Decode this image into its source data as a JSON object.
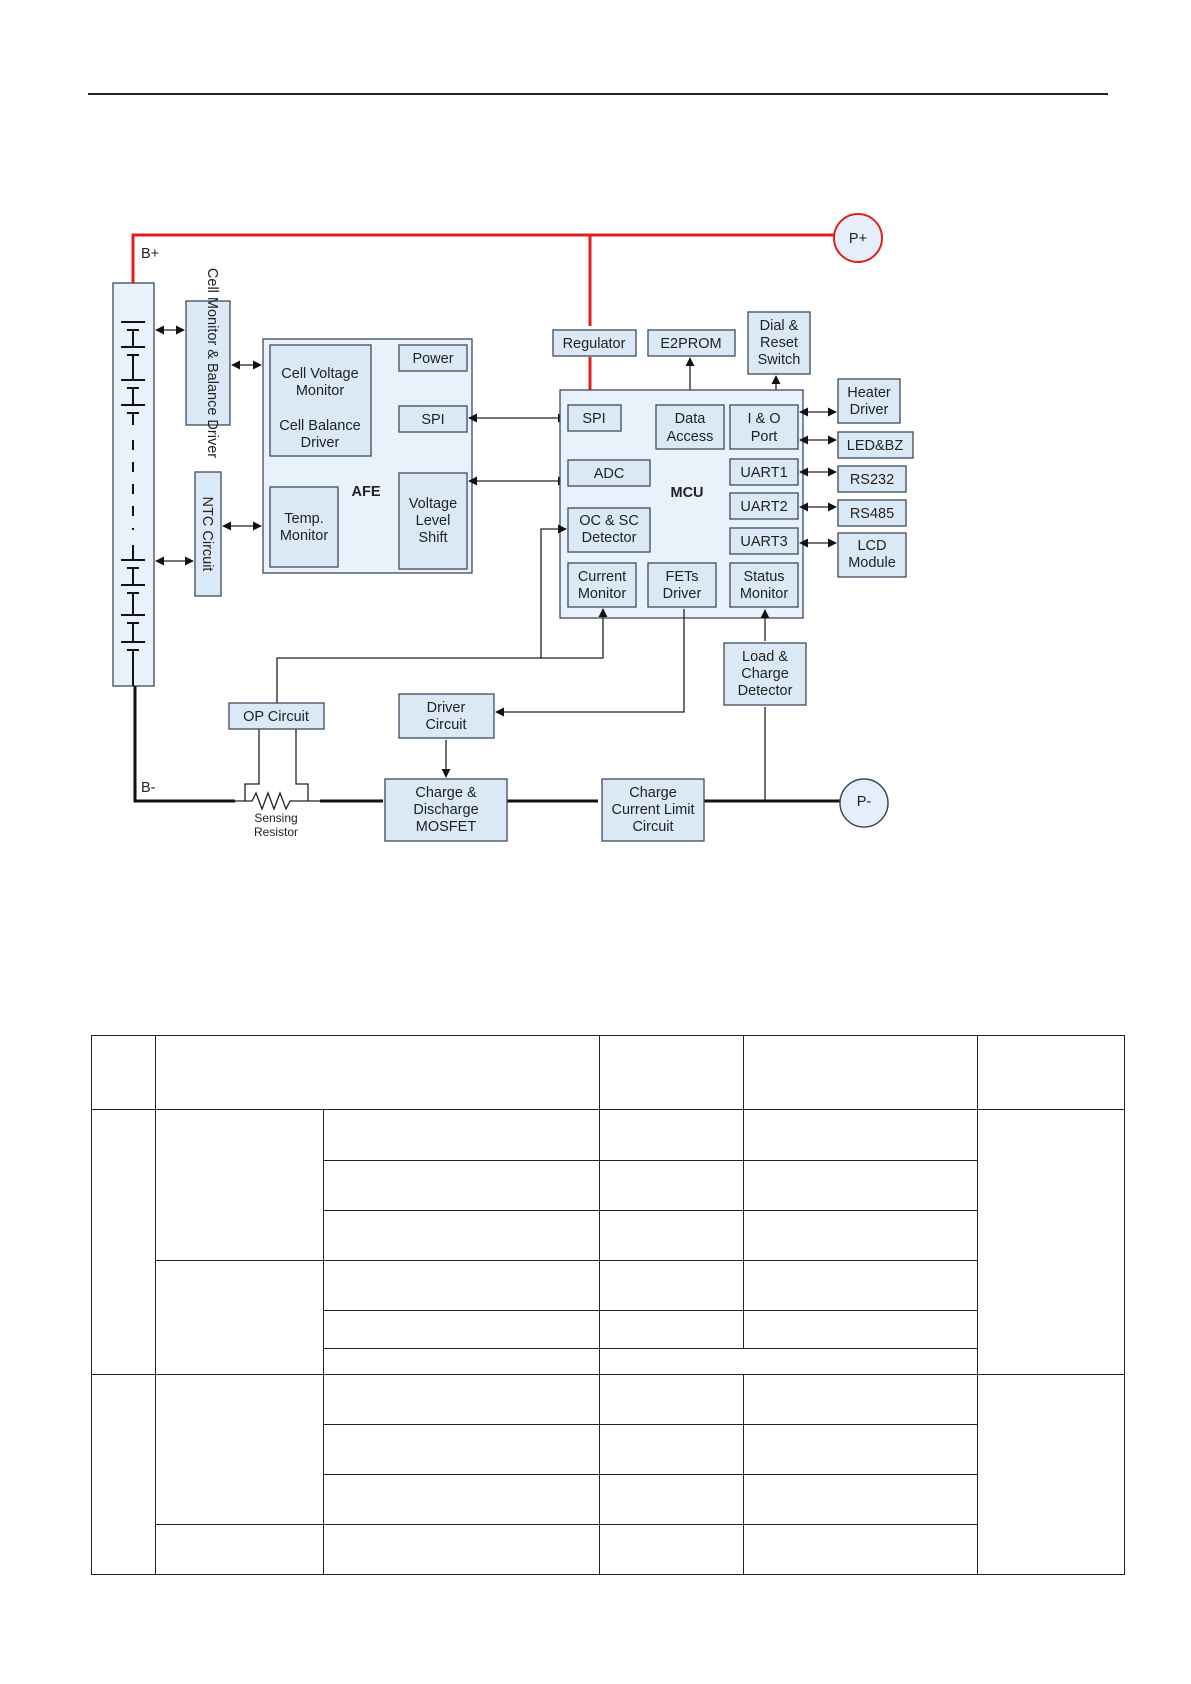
{
  "diagram": {
    "rails": {
      "b_plus": "B+",
      "b_minus": "B-",
      "p_plus": "P+",
      "p_minus": "P-"
    },
    "cell_monitor": "Cell Monitor & Balance Driver",
    "ntc": "NTC Circuit",
    "afe": {
      "title": "AFE",
      "cell_voltage": [
        "Cell Voltage",
        "Monitor"
      ],
      "cell_balance": [
        "Cell Balance",
        "Driver"
      ],
      "power": "Power",
      "spi": "SPI",
      "temp": [
        "Temp.",
        "Monitor"
      ],
      "vls": [
        "Voltage",
        "Level",
        "Shift"
      ]
    },
    "regulator": "Regulator",
    "e2prom": "E2PROM",
    "dial": [
      "Dial &",
      "Reset",
      "Switch"
    ],
    "mcu": {
      "title": "MCU",
      "spi": "SPI",
      "data_access": [
        "Data",
        "Access"
      ],
      "io_port": [
        "I & O",
        "Port"
      ],
      "adc": "ADC",
      "uart1": "UART1",
      "uart2": "UART2",
      "uart3": "UART3",
      "ocsc": [
        "OC & SC",
        "Detector"
      ],
      "current_monitor": [
        "Current",
        "Monitor"
      ],
      "fets": [
        "FETs",
        "Driver"
      ],
      "status": [
        "Status",
        "Monitor"
      ]
    },
    "heater": [
      "Heater",
      "Driver"
    ],
    "ledbz": "LED&BZ",
    "rs232": "RS232",
    "rs485": "RS485",
    "lcd": [
      "LCD",
      "Module"
    ],
    "load_charge": [
      "Load &",
      "Charge",
      "Detector"
    ],
    "op_circuit": "OP Circuit",
    "driver_circuit": [
      "Driver",
      "Circuit"
    ],
    "mosfet": [
      "Charge &",
      "Discharge",
      "MOSFET"
    ],
    "charge_limit": [
      "Charge",
      "Current Limit",
      "Circuit"
    ],
    "sensing": [
      "Sensing",
      "Resistor"
    ]
  }
}
